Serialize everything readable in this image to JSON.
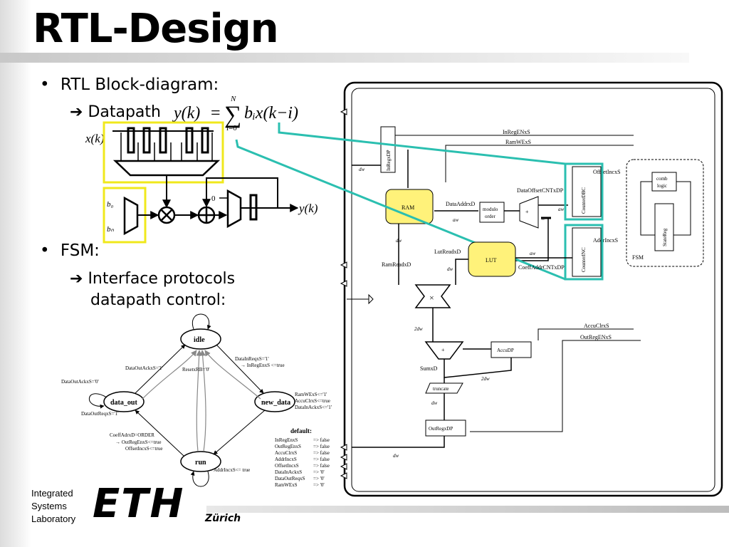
{
  "slide": {
    "title": "RTL-Design",
    "bullet1": "RTL Block-diagram:",
    "sub1": "Datapath",
    "bullet2": "FSM:",
    "sub2_line1": "Interface protocols",
    "sub2_line2": "datapath control:",
    "arrow_glyph": "➔"
  },
  "formula": {
    "lhs": "y(k)",
    "eq": "=",
    "sigma": "∑",
    "upper": "N",
    "lower": "i=0",
    "rhs": "bᵢx(k−i)"
  },
  "small_datapath": {
    "input": "x(k)",
    "b0": "b₀",
    "bn": "bₙ",
    "zero": "0",
    "output": "y(k)"
  },
  "fsm": {
    "states": {
      "idle": "idle",
      "data_out": "data_out",
      "new_data": "new_data",
      "run": "run"
    },
    "labels": {
      "data_out_ack_1": "DataOutAckxS='1'",
      "data_out_ack_0": "DataOutAckxS='0'",
      "data_out_req": "DataOutReqxS='1'",
      "reset": "ResetxRB='0'",
      "data_in_req": "DataInReqxS='1'",
      "in_reg_en": "→ InRegEnxS <=true",
      "new_data_1": "RamWExS<='1'",
      "new_data_2": "AccuClrxS<=true",
      "new_data_3": "DataInAckxS<='1'",
      "coeff_1": "CoeffAdrxD=ORDER",
      "coeff_2": "→ OutRegEnxS<=true",
      "coeff_3": "OffsetIncxS<=true",
      "addr_inc": "AddrIncxS<= true"
    },
    "default_title": "default:",
    "defaults": [
      {
        "name": "InRegEnxS",
        "value": "=> false"
      },
      {
        "name": "OutRegEnxS",
        "value": "=> false"
      },
      {
        "name": "AccuClrxS",
        "value": "=> false"
      },
      {
        "name": "AddrIncxS",
        "value": "=> false"
      },
      {
        "name": "OffsetIncxS",
        "value": "=> false"
      },
      {
        "name": "DataInAckxS",
        "value": "=> '0'"
      },
      {
        "name": "DataOutReqxS",
        "value": "=> '0'"
      },
      {
        "name": "RamWExS",
        "value": "=> '0'"
      }
    ]
  },
  "block": {
    "in_reg_en": "InRegENxS",
    "ram_we": "RamWExS",
    "in_reg_dp": "InRegxDP",
    "ram": "RAM",
    "data_addr": "DataAddrxD",
    "modulo_1": "modulo",
    "modulo_2": "order",
    "data_offset": "DataOffsetCNTxDP",
    "offset_inc": "OffsetIncxS",
    "counter_dbc": "CounterDBC",
    "addr_inc": "AddrIncxS",
    "counter_inc": "CounterINC",
    "comb_1": "comb",
    "comb_2": "logic",
    "state_reg": "StateReg",
    "fsm": "FSM",
    "lut_readx": "LutReadxD",
    "lut": "LUT",
    "coeff_addr": "CoeffAddrCNTxDP",
    "ram_read": "RamReadxD",
    "accu_clr": "AccuClrxS",
    "out_reg_en": "OutRegENxS",
    "two_dw_a": "2dw",
    "accu_dp": "AccuDP",
    "two_dw_b": "2dw",
    "sum": "SumxD",
    "truncate": "truncate",
    "out_reg_dp": "OutRegxDP",
    "dw": "dw",
    "aw": "aw",
    "plus": "+",
    "mult": "×",
    "minus": "−"
  },
  "logos": {
    "isl_1": "Integrated",
    "isl_2": "Systems",
    "isl_3": "Laboratory",
    "eth": "ETH",
    "zurich": "Zürich"
  },
  "colors": {
    "highlight_yellow": "#f0e81c",
    "highlight_teal": "#2bbfb0",
    "block_yellow": "#fff27a"
  }
}
